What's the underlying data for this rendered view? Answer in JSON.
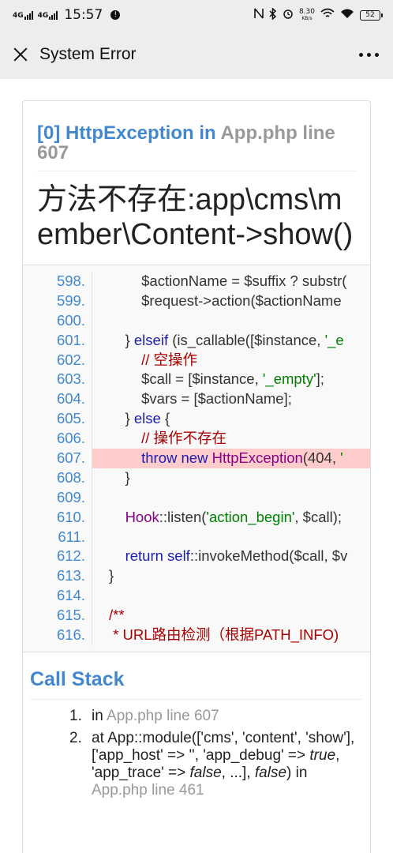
{
  "status_bar": {
    "sim1": "4G",
    "sim2": "4G",
    "time": "15:57",
    "info_badge": "!",
    "net_speed_value": "8.30",
    "net_speed_unit": "KB/s",
    "battery": "52"
  },
  "nav": {
    "title": "System Error"
  },
  "exception": {
    "title_prefix": "[0] HttpException in ",
    "title_file": "App.php line 607",
    "message": "方法不存在:app\\cms\\member\\Content->show()"
  },
  "source_lines": [
    {
      "num": "598.",
      "code": "        $actionName = $suffix ? substr("
    },
    {
      "num": "599.",
      "code": "        $request->action($actionName"
    },
    {
      "num": "600.",
      "code": ""
    },
    {
      "num": "601.",
      "code": "    } elseif (is_callable([$instance, '_e"
    },
    {
      "num": "602.",
      "code": "        // 空操作"
    },
    {
      "num": "603.",
      "code": "        $call = [$instance, '_empty'];"
    },
    {
      "num": "604.",
      "code": "        $vars = [$actionName];"
    },
    {
      "num": "605.",
      "code": "    } else {"
    },
    {
      "num": "606.",
      "code": "        // 操作不存在"
    },
    {
      "num": "607.",
      "code": "        throw new HttpException(404, '"
    },
    {
      "num": "608.",
      "code": "    }"
    },
    {
      "num": "609.",
      "code": ""
    },
    {
      "num": "610.",
      "code": "    Hook::listen('action_begin', $call);"
    },
    {
      "num": "611.",
      "code": ""
    },
    {
      "num": "612.",
      "code": "    return self::invokeMethod($call, $v"
    },
    {
      "num": "613.",
      "code": "}"
    },
    {
      "num": "614.",
      "code": ""
    },
    {
      "num": "615.",
      "code": "/**"
    },
    {
      "num": "616.",
      "code": " * URL路由检测（根据PATH_INFO)"
    }
  ],
  "highlight_line": "607.",
  "call_stack": {
    "title": "Call Stack",
    "items": [
      {
        "num": "1.",
        "prefix": "in ",
        "file": "App.php line 607"
      },
      {
        "num": "2.",
        "text_a": "at App::module(['cms', 'content', 'show'], ['app_host' => '', 'app_debug' => ",
        "em1": "true",
        "text_b": ", 'app_trace' => ",
        "em2": "false",
        "text_c": ", ...], ",
        "em3": "false",
        "text_d": ") in ",
        "file": "App.php line 461"
      }
    ]
  }
}
